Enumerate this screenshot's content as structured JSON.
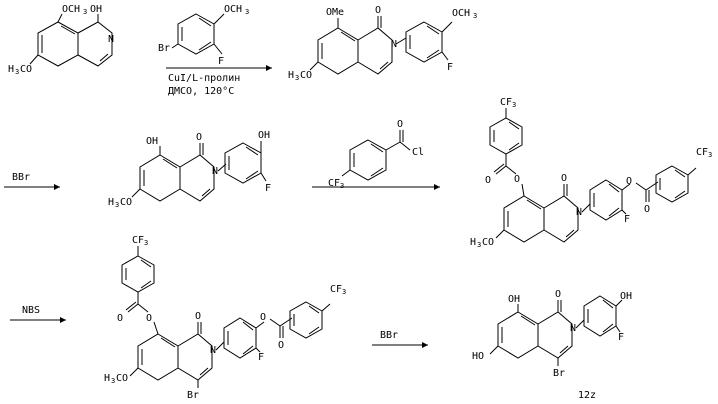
{
  "scheme": {
    "reagents": {
      "step1_reagent": "CuI/L-пролин",
      "step1_conditions": "ДМСО, 120°C",
      "step2_reagent": "BBr",
      "step3_reagent_label": "Cl",
      "step4_reagent": "NBS",
      "step5_reagent": "BBr"
    },
    "compound_label": "12z",
    "atoms": {
      "OCH3": "OCH",
      "OH": "OH",
      "OMe": "OMe",
      "OMe_top": "OCH",
      "H3CO": "H",
      "CO_tail": "CO",
      "N": "N",
      "O": "O",
      "F": "F",
      "Br": "Br",
      "CF3": "CF",
      "HO": "HO",
      "Cl": "Cl",
      "sub3": "3"
    }
  }
}
